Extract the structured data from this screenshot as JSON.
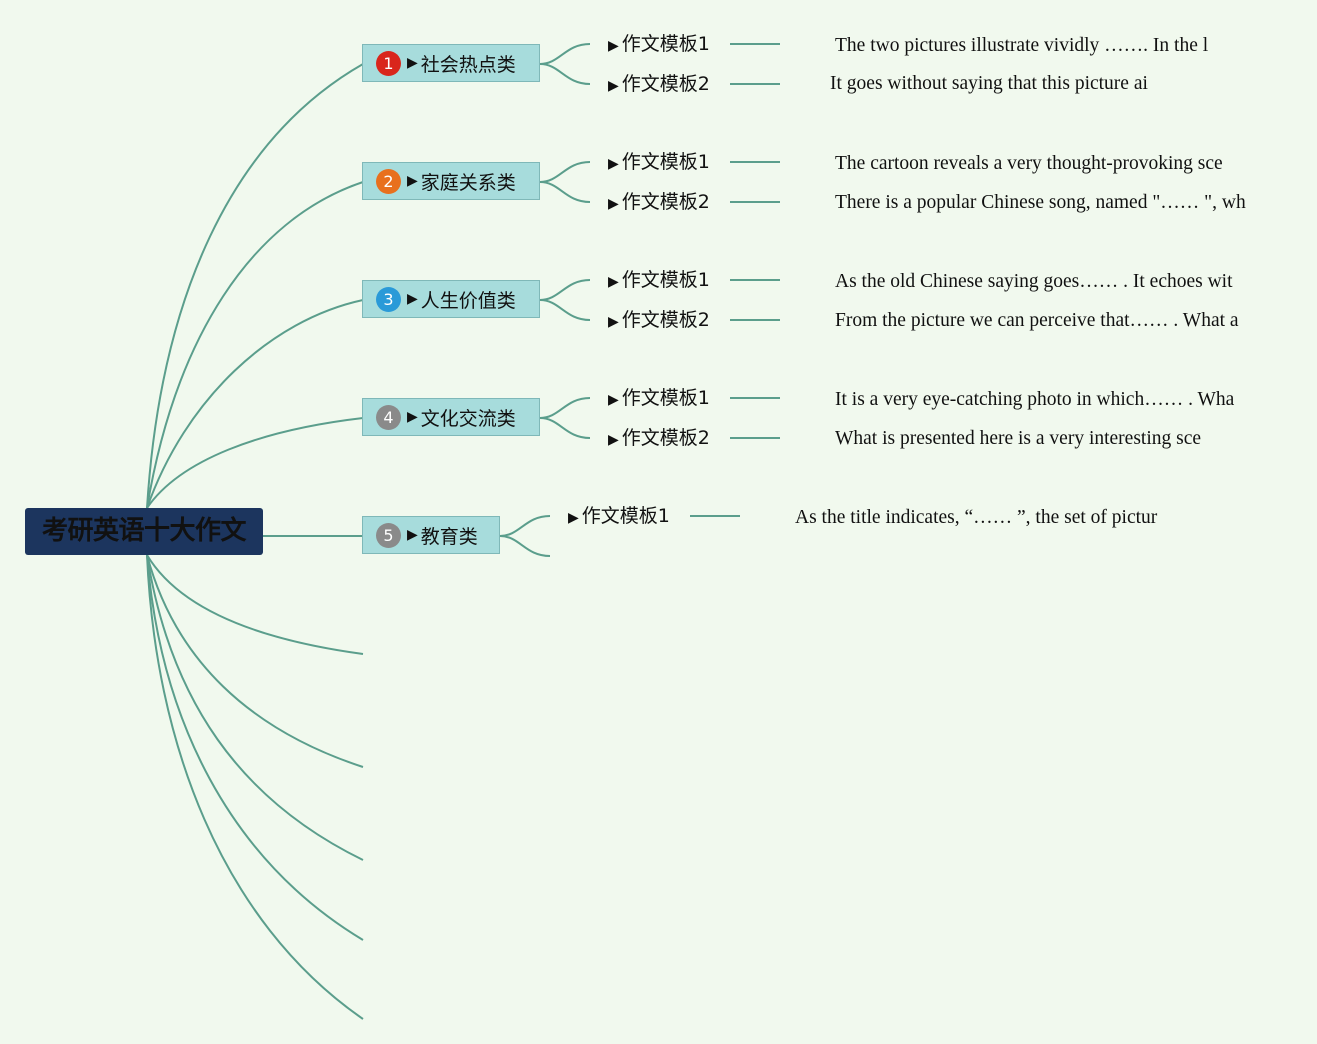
{
  "root": {
    "title": "考研英语十大作文"
  },
  "colors": {
    "line": "#5b9e8c",
    "root_bg": "#1c355e",
    "node_bg": "#a7dcdc"
  },
  "categories": [
    {
      "num": "1",
      "badge_color": "#d9261c",
      "label": "社会热点类",
      "templates": [
        {
          "label": "作文模板1",
          "text": "The two pictures illustrate vividly ……. In the l"
        },
        {
          "label": "作文模板2",
          "text": "It goes without saying that this picture ai"
        }
      ]
    },
    {
      "num": "2",
      "badge_color": "#e8701e",
      "label": "家庭关系类",
      "templates": [
        {
          "label": "作文模板1",
          "text": "The cartoon reveals a very thought-provoking sce"
        },
        {
          "label": "作文模板2",
          "text": "There is a popular Chinese song, named \"…… \", wh"
        }
      ]
    },
    {
      "num": "3",
      "badge_color": "#2a9ad8",
      "label": "人生价值类",
      "templates": [
        {
          "label": "作文模板1",
          "text": "As the old Chinese saying goes…… . It echoes wit"
        },
        {
          "label": "作文模板2",
          "text": "From the picture we can perceive that…… . What a"
        }
      ]
    },
    {
      "num": "4",
      "badge_color": "#8a8a8a",
      "label": "文化交流类",
      "templates": [
        {
          "label": "作文模板1",
          "text": "It is a very eye-catching photo in which…… . Wha"
        },
        {
          "label": "作文模板2",
          "text": "What is presented here is a very interesting sce"
        }
      ]
    },
    {
      "num": "5",
      "badge_color": "#8a8a8a",
      "label": "教育类",
      "templates": [
        {
          "label": "作文模板1",
          "text": "As the title indicates, “…… ”, the set of pictur"
        }
      ]
    }
  ]
}
